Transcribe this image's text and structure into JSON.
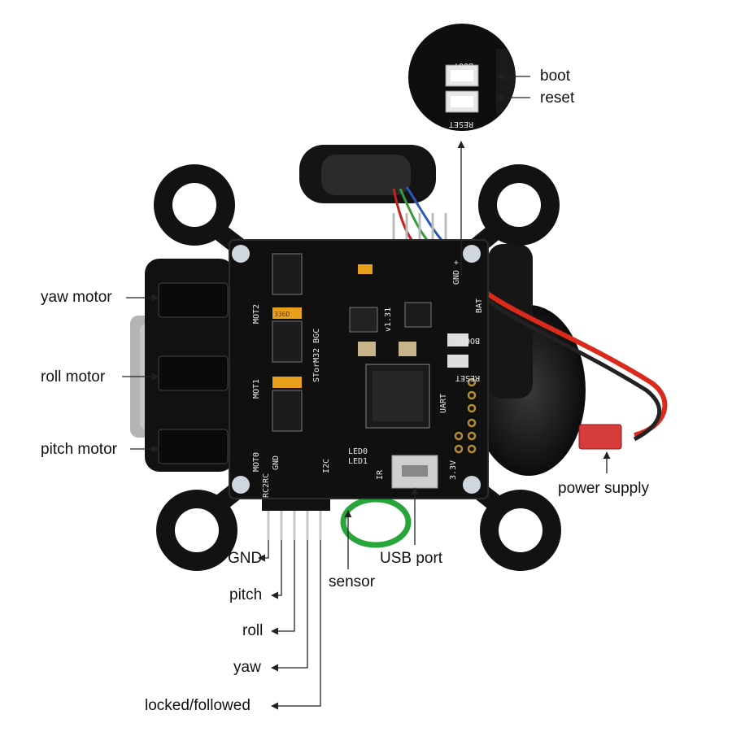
{
  "labels": {
    "boot": "boot",
    "reset": "reset",
    "yaw_motor": "yaw motor",
    "roll_motor": "roll motor",
    "pitch_motor": "pitch motor",
    "power_supply": "power supply",
    "gnd": "GND",
    "pitch": "pitch",
    "roll": "roll",
    "yaw": "yaw",
    "locked_followed": "locked/followed",
    "sensor": "sensor",
    "usb_port": "USB port"
  },
  "silkscreen": {
    "board_name": "STorM32 BGC",
    "version": "v1.31",
    "mot2": "MOT2",
    "mot1": "MOT1",
    "mot0": "MOT0",
    "boot": "BOOT",
    "reset": "RESET",
    "uart": "UART",
    "led0": "LED0",
    "led1": "LED1",
    "i2c": "I2C",
    "ir": "IR",
    "rc2rc": "RC2RC",
    "gnd": "GND",
    "v33": "3.3V",
    "gnd_vcc": "GND +",
    "bat": "BAT",
    "cap_code": "336D"
  }
}
